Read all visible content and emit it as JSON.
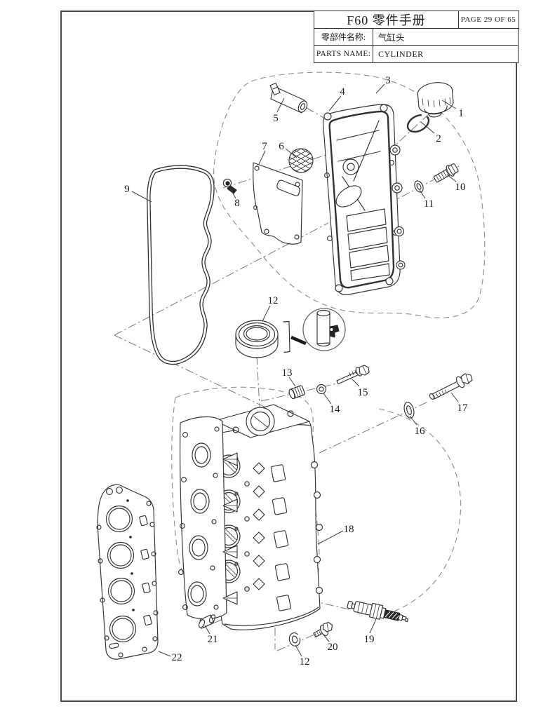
{
  "header": {
    "title": "F60 零件手册",
    "page_label": "PAGE 29 OF 65",
    "part_name_label_cn": "零部件名称:",
    "part_name_value_cn": "气缸头",
    "part_name_label_en": "PARTS NAME:",
    "part_name_value_en": "CYLINDER"
  },
  "diagram": {
    "callouts": [
      {
        "n": "1"
      },
      {
        "n": "2"
      },
      {
        "n": "3"
      },
      {
        "n": "4"
      },
      {
        "n": "5"
      },
      {
        "n": "6"
      },
      {
        "n": "7"
      },
      {
        "n": "8"
      },
      {
        "n": "9"
      },
      {
        "n": "10"
      },
      {
        "n": "11"
      },
      {
        "n": "12"
      },
      {
        "n": "13"
      },
      {
        "n": "14"
      },
      {
        "n": "15"
      },
      {
        "n": "16"
      },
      {
        "n": "17"
      },
      {
        "n": "18"
      },
      {
        "n": "19"
      },
      {
        "n": "20"
      },
      {
        "n": "21"
      },
      {
        "n": "12"
      },
      {
        "n": "22"
      }
    ]
  },
  "colors": {
    "line": "#313131",
    "axis_line": "#787878",
    "boundary_line": "#8d8d8d",
    "background": "#ffffff"
  }
}
